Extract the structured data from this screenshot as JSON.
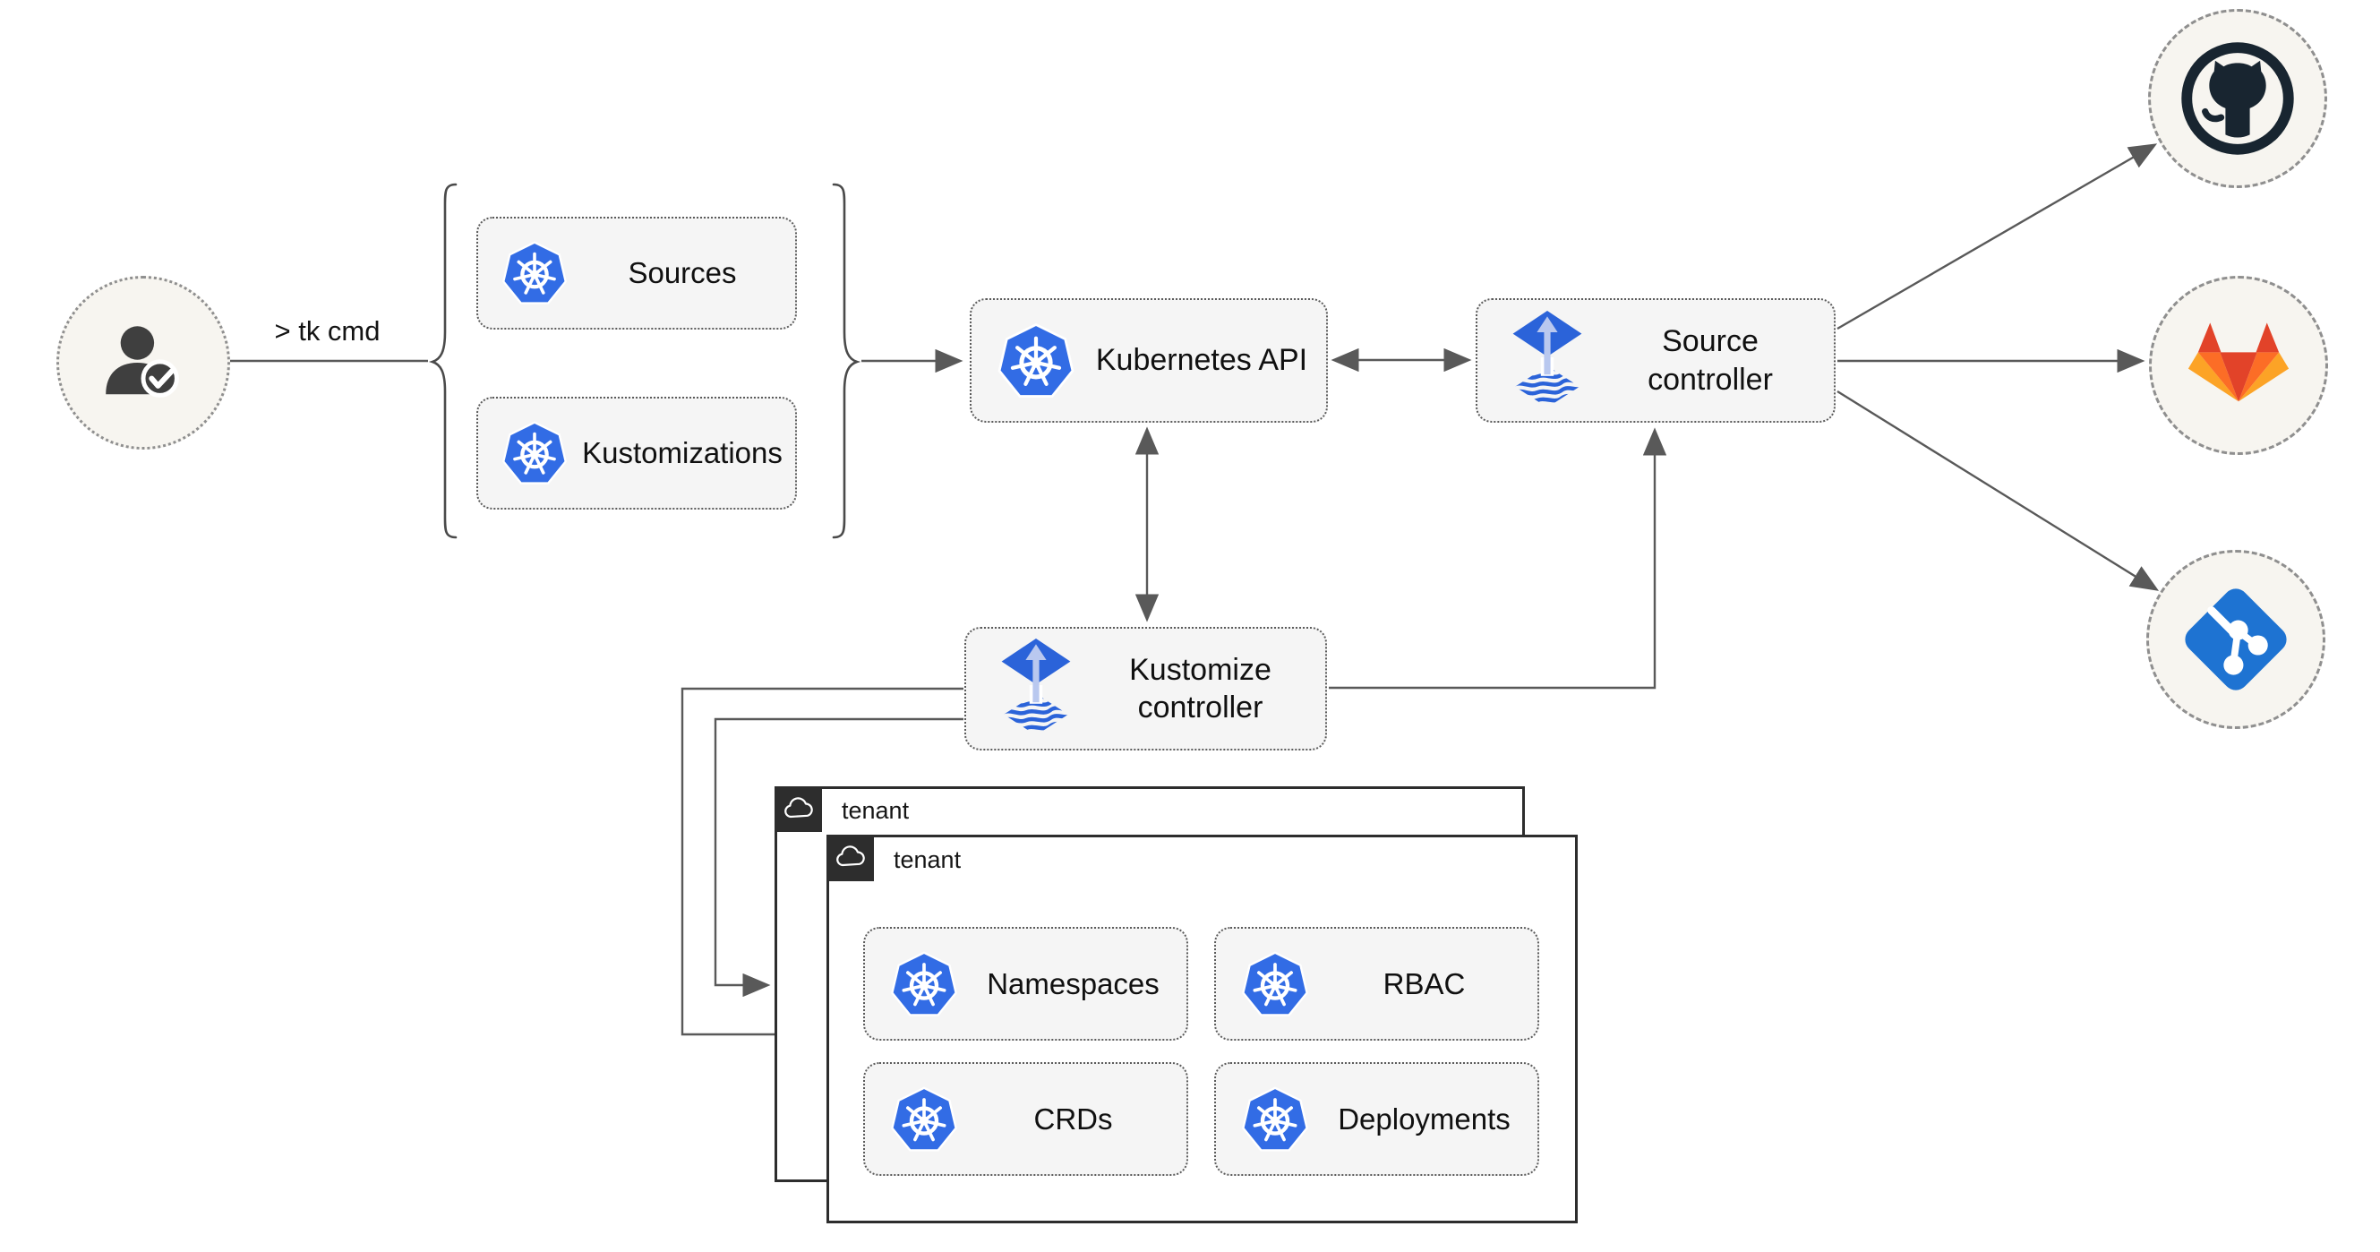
{
  "actor": {
    "command_label": "> tk cmd",
    "icon": "user-check"
  },
  "cli_resources": {
    "items": [
      {
        "label": "Sources",
        "icon": "kubernetes"
      },
      {
        "label": "Kustomizations",
        "icon": "kubernetes"
      }
    ]
  },
  "nodes": {
    "kubernetes_api": {
      "label": "Kubernetes API",
      "icon": "kubernetes"
    },
    "source_controller": {
      "label": "Source controller",
      "icon": "flux"
    },
    "kustomize_controller": {
      "label": "Kustomize controller",
      "icon": "flux"
    }
  },
  "tenants": {
    "back": {
      "label": "tenant",
      "icon": "cloud"
    },
    "front": {
      "label": "tenant",
      "icon": "cloud"
    },
    "resources": [
      {
        "label": "Namespaces",
        "icon": "kubernetes"
      },
      {
        "label": "RBAC",
        "icon": "kubernetes"
      },
      {
        "label": "CRDs",
        "icon": "kubernetes"
      },
      {
        "label": "Deployments",
        "icon": "kubernetes"
      }
    ]
  },
  "repositories": [
    {
      "name": "github"
    },
    {
      "name": "gitlab"
    },
    {
      "name": "git"
    }
  ],
  "colors": {
    "kubernetes_blue": "#326ce5",
    "flux_blue": "#2b63d9",
    "flux_light_arrow": "#b9c8ef",
    "github_dark": "#182530",
    "gitlab_red": "#e24329",
    "gitlab_orange": "#fc6d26",
    "gitlab_light_orange": "#fca326",
    "git_blue": "#1e73d2",
    "person_gray": "#3f3f3f",
    "line_gray": "#595959",
    "node_fill": "#f5f5f5",
    "circle_fill": "#f7f5f0",
    "tenant_border": "#2d2d2d"
  }
}
